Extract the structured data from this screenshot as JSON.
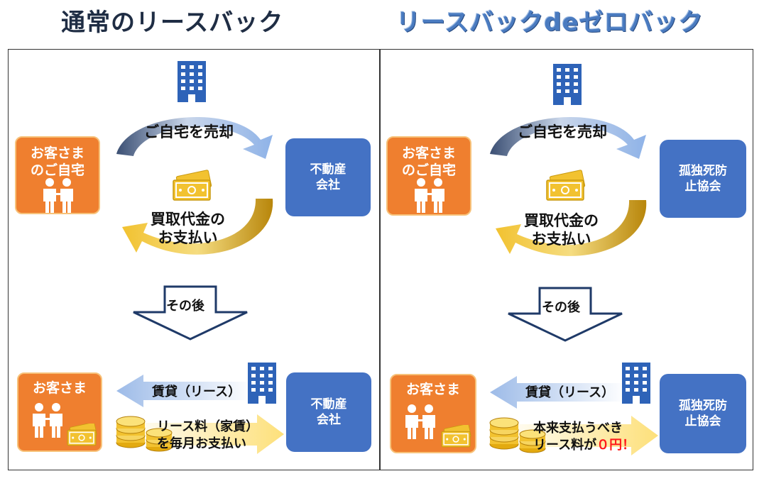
{
  "titles": {
    "left": "通常のリースバック",
    "right": "リースバックdeゼロバック"
  },
  "left": {
    "customer_home": [
      "お客さま",
      "のご自宅"
    ],
    "sell_label": "ご自宅を売却",
    "company": [
      "不動産",
      "会社"
    ],
    "payment_label": [
      "買取代金の",
      "お支払い"
    ],
    "after_label": "その後",
    "customer": "お客さま",
    "lease_label": "賃貸（リース）",
    "company_bottom": [
      "不動産",
      "会社"
    ],
    "fee_label": [
      "リース料（家賃）",
      "を毎月お支払い"
    ]
  },
  "right": {
    "customer_home": [
      "お客さま",
      "のご自宅"
    ],
    "sell_label": "ご自宅を売却",
    "company": [
      "孤独死防",
      "止協会"
    ],
    "payment_label": [
      "買取代金の",
      "お支払い"
    ],
    "after_label": "その後",
    "customer": "お客さま",
    "lease_label": "賃貸（リース）",
    "company_bottom": [
      "孤独死防",
      "止協会"
    ],
    "fee_label_line1": "本来支払うべき",
    "fee_label_line2_prefix": "リース料が",
    "fee_label_line2_highlight": "０円！"
  },
  "colors": {
    "orange": "#ef7f2f",
    "blue": "#4472c4",
    "gold": "#f2c230",
    "navy": "#1f3a68"
  }
}
